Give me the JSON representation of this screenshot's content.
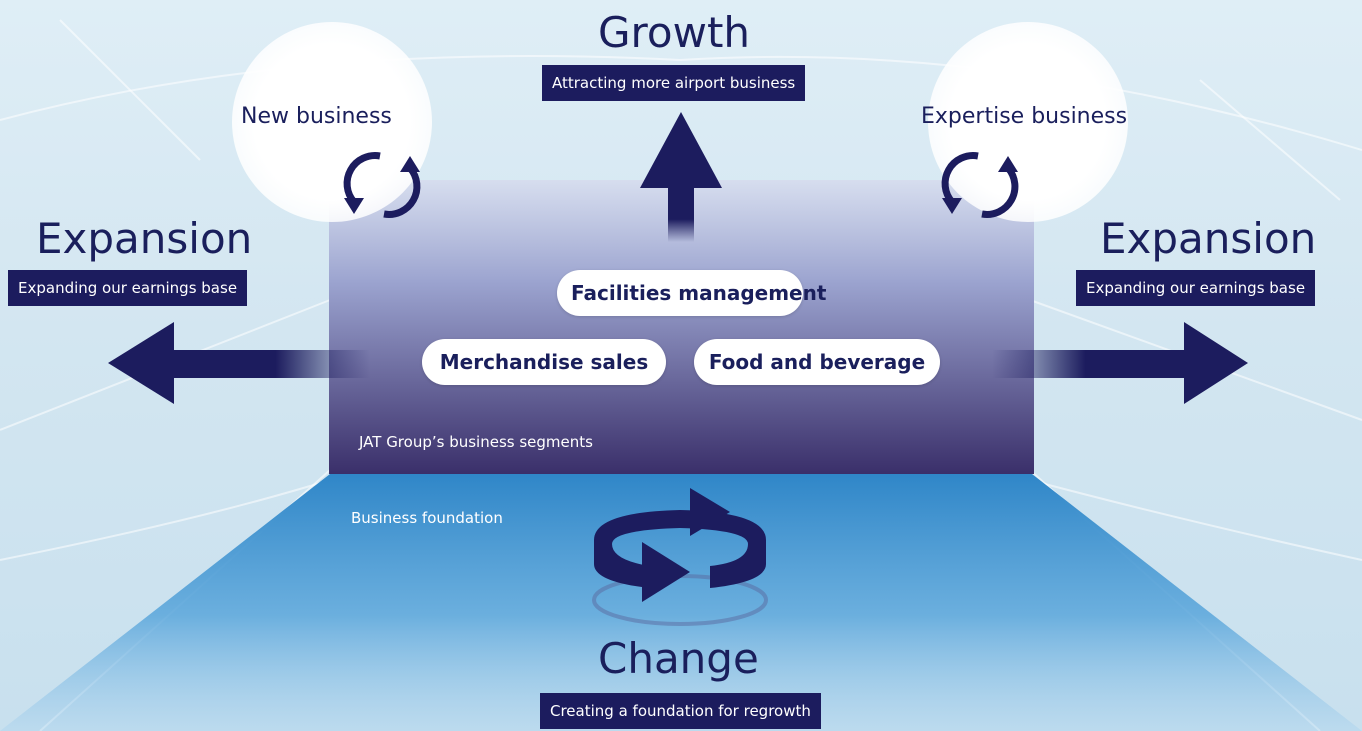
{
  "growth": {
    "title": "Growth",
    "subtitle": "Attracting more airport business"
  },
  "expansion_left": {
    "title": "Expansion",
    "subtitle": "Expanding our earnings base"
  },
  "expansion_right": {
    "title": "Expansion",
    "subtitle": "Expanding our earnings base"
  },
  "new_business": {
    "label": "New business"
  },
  "expertise_business": {
    "label": "Expertise business"
  },
  "segments": {
    "caption": "JAT Group’s business segments",
    "items": [
      "Facilities management",
      "Merchandise sales",
      "Food and beverage"
    ]
  },
  "foundation": {
    "caption": "Business foundation"
  },
  "change": {
    "title": "Change",
    "subtitle": "Creating a foundation for regrowth"
  },
  "colors": {
    "navy": "#1c1c5e",
    "text_navy": "#1a1f5c",
    "segment_box_top": "#b8bedd",
    "segment_box_bottom": "#3a2f6a",
    "foundation_blue": "#2f86c8"
  },
  "icons": [
    "cycle-icon",
    "arrow-up-icon",
    "arrow-left-icon",
    "arrow-right-icon",
    "rotation-icon"
  ]
}
